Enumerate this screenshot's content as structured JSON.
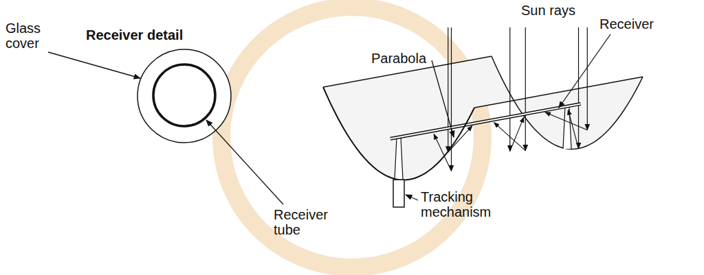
{
  "diagram": {
    "labels": [
      "Receiver detail",
      "Glass cover",
      "Receiver tube",
      "Sun rays",
      "Receiver",
      "Parabola",
      "Tracking mechanism"
    ]
  }
}
